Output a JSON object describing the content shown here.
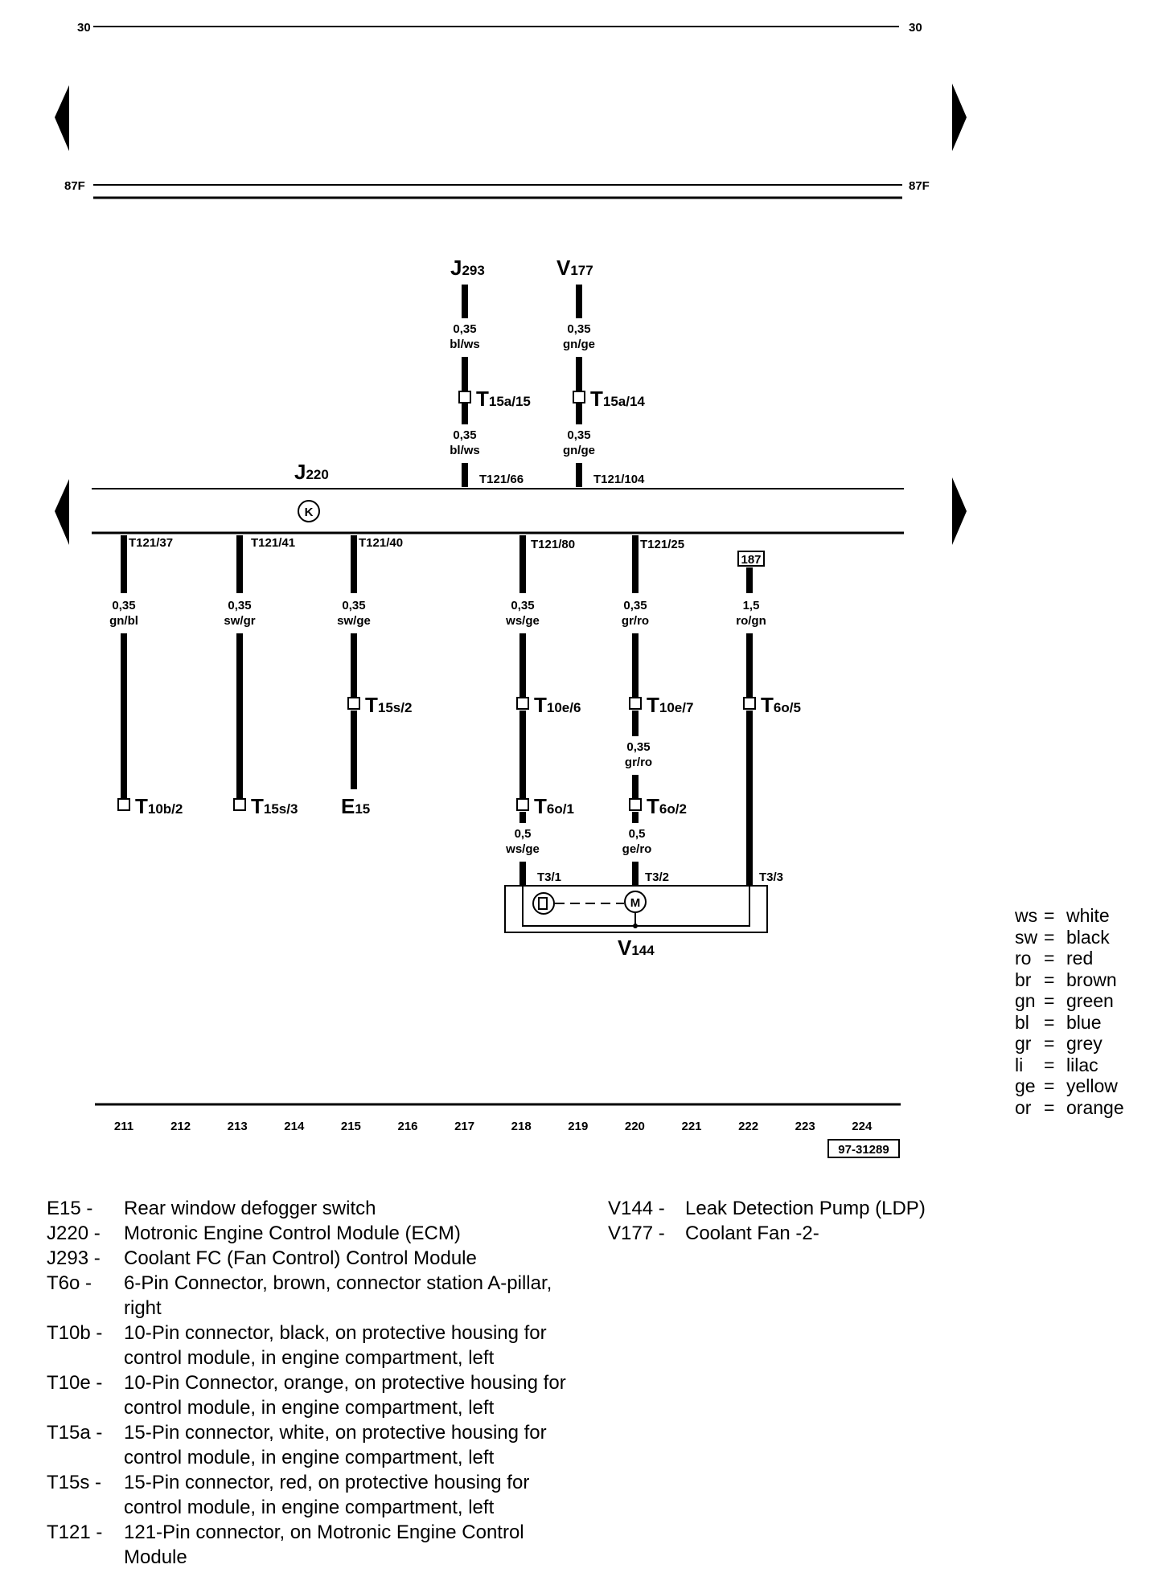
{
  "rails": {
    "top_left": "30",
    "top_right": "30",
    "mid_left": "87F",
    "mid_right": "87F"
  },
  "components": {
    "j293": {
      "main": "J",
      "sub": "293"
    },
    "v177": {
      "main": "V",
      "sub": "177"
    },
    "j220": {
      "main": "J",
      "sub": "220"
    },
    "e15": {
      "main": "E",
      "sub": "15"
    },
    "v144": {
      "main": "V",
      "sub": "144"
    },
    "k_symbol": "K",
    "m_symbol": "M",
    "ref_187": "187"
  },
  "connectors": {
    "t15a15": {
      "main": "T",
      "sub": "15a/15"
    },
    "t15a14": {
      "main": "T",
      "sub": "15a/14"
    },
    "t121_66": "T121/66",
    "t121_104": "T121/104",
    "t121_37": "T121/37",
    "t121_41": "T121/41",
    "t121_40": "T121/40",
    "t121_80": "T121/80",
    "t121_25": "T121/25",
    "t15s2": {
      "main": "T",
      "sub": "15s/2"
    },
    "t10e6": {
      "main": "T",
      "sub": "10e/6"
    },
    "t10e7": {
      "main": "T",
      "sub": "10e/7"
    },
    "t6o5": {
      "main": "T",
      "sub": "6o/5"
    },
    "t10b2": {
      "main": "T",
      "sub": "10b/2"
    },
    "t15s3": {
      "main": "T",
      "sub": "15s/3"
    },
    "t6o1": {
      "main": "T",
      "sub": "6o/1"
    },
    "t6o2": {
      "main": "T",
      "sub": "6o/2"
    },
    "t3_1": "T3/1",
    "t3_2": "T3/2",
    "t3_3": "T3/3"
  },
  "wires": {
    "w1": {
      "size": "0,35",
      "color": "bl/ws"
    },
    "w2": {
      "size": "0,35",
      "color": "gn/ge"
    },
    "w3": {
      "size": "0,35",
      "color": "bl/ws"
    },
    "w4": {
      "size": "0,35",
      "color": "gn/ge"
    },
    "w5": {
      "size": "0,35",
      "color": "gn/bl"
    },
    "w6": {
      "size": "0,35",
      "color": "sw/gr"
    },
    "w7": {
      "size": "0,35",
      "color": "sw/ge"
    },
    "w8": {
      "size": "0,35",
      "color": "ws/ge"
    },
    "w9": {
      "size": "0,35",
      "color": "gr/ro"
    },
    "w10": {
      "size": "1,5",
      "color": "ro/gn"
    },
    "w11": {
      "size": "0,35",
      "color": "gr/ro"
    },
    "w12": {
      "size": "0,5",
      "color": "ws/ge"
    },
    "w13": {
      "size": "0,5",
      "color": "ge/ro"
    }
  },
  "ruler": [
    "211",
    "212",
    "213",
    "214",
    "215",
    "216",
    "217",
    "218",
    "219",
    "220",
    "221",
    "222",
    "223",
    "224"
  ],
  "doc_number": "97-31289",
  "color_key": [
    {
      "abbr": "ws",
      "name": "white"
    },
    {
      "abbr": "sw",
      "name": "black"
    },
    {
      "abbr": "ro",
      "name": "red"
    },
    {
      "abbr": "br",
      "name": "brown"
    },
    {
      "abbr": "gn",
      "name": "green"
    },
    {
      "abbr": "bl",
      "name": "blue"
    },
    {
      "abbr": "gr",
      "name": "grey"
    },
    {
      "abbr": "li",
      "name": "lilac"
    },
    {
      "abbr": "ge",
      "name": "yellow"
    },
    {
      "abbr": "or",
      "name": "orange"
    }
  ],
  "legend_left": [
    {
      "code": "E15",
      "sep": "-",
      "desc": "Rear window defogger switch"
    },
    {
      "code": "J220",
      "sep": "-",
      "desc": "Motronic Engine Control Module (ECM)"
    },
    {
      "code": "J293",
      "sep": "-",
      "desc": "Coolant FC (Fan Control) Control Module"
    },
    {
      "code": "T6o",
      "sep": "-",
      "desc": "6-Pin Connector, brown, connector station A-pillar, right"
    },
    {
      "code": "T10b",
      "sep": "-",
      "desc": "10-Pin connector, black, on protective housing for control module, in engine compartment, left"
    },
    {
      "code": "T10e",
      "sep": "-",
      "desc": "10-Pin Connector, orange, on protective housing for control module, in engine compartment, left"
    },
    {
      "code": "T15a",
      "sep": "-",
      "desc": "15-Pin connector, white, on protective housing for control module, in engine compartment, left"
    },
    {
      "code": "T15s",
      "sep": "-",
      "desc": "15-Pin connector, red, on protective housing for control module, in engine compartment, left"
    },
    {
      "code": "T121",
      "sep": "-",
      "desc": "121-Pin connector, on Motronic Engine Control Module"
    }
  ],
  "legend_right": [
    {
      "code": "V144",
      "sep": "-",
      "desc": "Leak Detection Pump (LDP)"
    },
    {
      "code": "V177",
      "sep": "-",
      "desc": "Coolant Fan -2-"
    }
  ]
}
